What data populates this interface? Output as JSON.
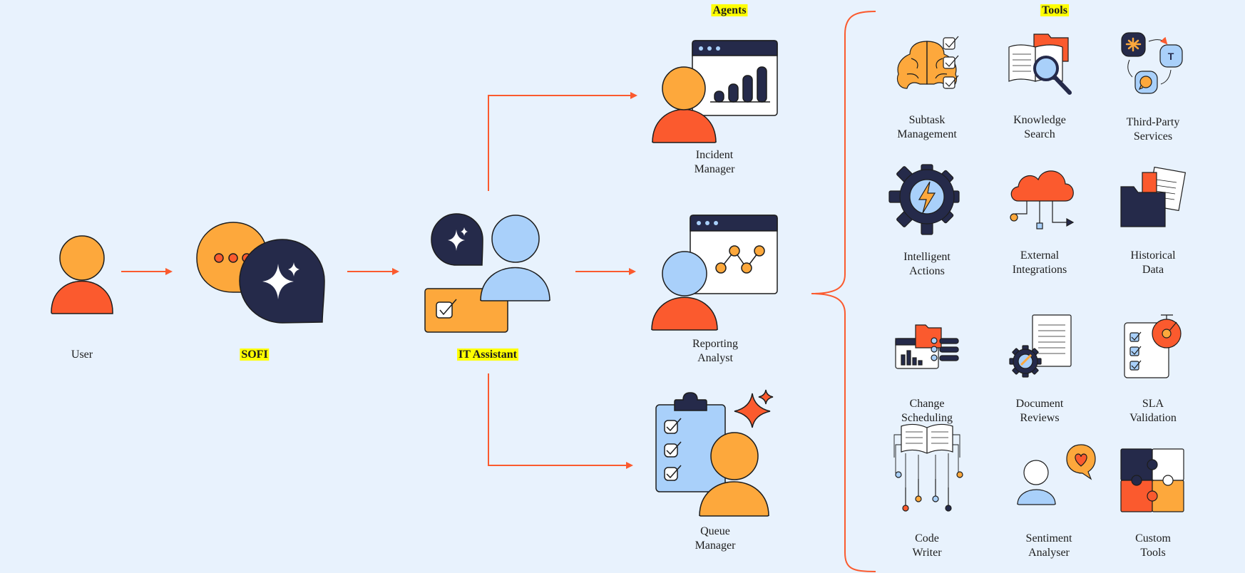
{
  "headers": {
    "agents": "Agents",
    "tools": "Tools"
  },
  "flow": {
    "user": "User",
    "sofi": "SOFI",
    "it_assistant": "IT Assistant"
  },
  "agents": [
    {
      "line1": "Incident",
      "line2": "Manager"
    },
    {
      "line1": "Reporting",
      "line2": "Analyst"
    },
    {
      "line1": "Queue",
      "line2": "Manager"
    }
  ],
  "tools": [
    {
      "line1": "Subtask",
      "line2": "Management"
    },
    {
      "line1": "Knowledge",
      "line2": "Search"
    },
    {
      "line1": "Third-Party",
      "line2": "Services"
    },
    {
      "line1": "Intelligent",
      "line2": "Actions"
    },
    {
      "line1": "External",
      "line2": "Integrations"
    },
    {
      "line1": "Historical",
      "line2": "Data"
    },
    {
      "line1": "Change",
      "line2": "Scheduling"
    },
    {
      "line1": "Document",
      "line2": "Reviews"
    },
    {
      "line1": "SLA",
      "line2": "Validation"
    },
    {
      "line1": "Code",
      "line2": "Writer"
    },
    {
      "line1": "Sentiment",
      "line2": "Analyser"
    },
    {
      "line1": "Custom",
      "line2": "Tools"
    }
  ],
  "colors": {
    "background": "#e8f2fd",
    "orange_red": "#fb5a2e",
    "orange": "#fda83c",
    "navy": "#252a4a",
    "light_blue": "#a9d0fa",
    "highlight": "#ffff00"
  }
}
